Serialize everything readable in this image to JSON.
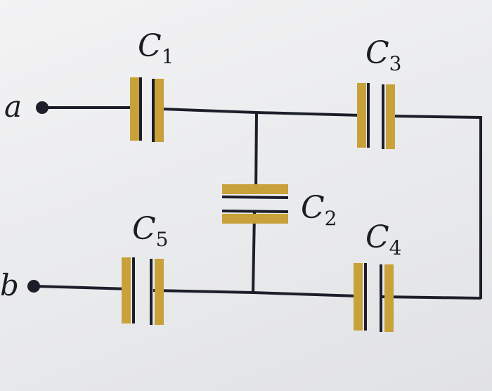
{
  "colors": {
    "wire": "#1c1f2a",
    "plate_fill": "#c9a13a",
    "plate_edge": "#1c1f2a",
    "background": "#ececee"
  },
  "terminals": [
    {
      "id": "a",
      "label": "a"
    },
    {
      "id": "b",
      "label": "b"
    }
  ],
  "capacitors": [
    {
      "id": "C1",
      "letter": "C",
      "sub": "1"
    },
    {
      "id": "C2",
      "letter": "C",
      "sub": "2"
    },
    {
      "id": "C3",
      "letter": "C",
      "sub": "3"
    },
    {
      "id": "C4",
      "letter": "C",
      "sub": "4"
    },
    {
      "id": "C5",
      "letter": "C",
      "sub": "5"
    }
  ]
}
